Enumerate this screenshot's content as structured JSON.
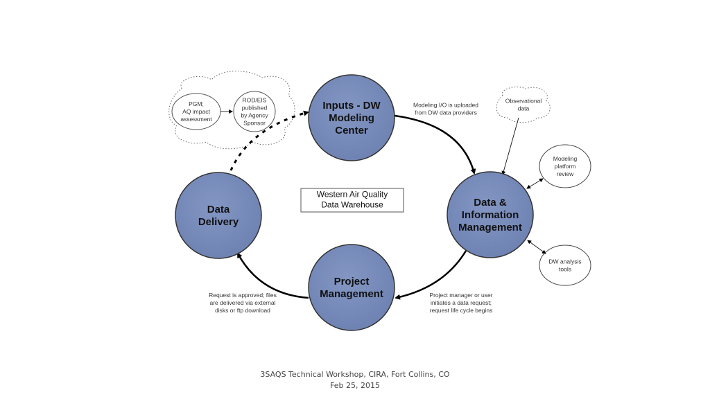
{
  "nodes": {
    "inputs": [
      "Inputs - DW",
      "Modeling",
      "Center"
    ],
    "data_info": [
      "Data &",
      "Information",
      "Management"
    ],
    "project": [
      "Project",
      "Management"
    ],
    "delivery": [
      "Data",
      "Delivery"
    ]
  },
  "center_label": [
    "Western Air Quality",
    "Data Warehouse"
  ],
  "side_nodes": {
    "pgm": [
      "PGM;",
      "AQ impact",
      "assessment"
    ],
    "rod": [
      "ROD/EIS",
      "published",
      "by Agency",
      "Sponsor"
    ],
    "observational": [
      "Observational",
      "data"
    ],
    "platform_review": [
      "Modeling",
      "platform",
      "review"
    ],
    "analysis_tools": [
      "DW analysis",
      "tools"
    ]
  },
  "annotations": {
    "upload": [
      "Modeling I/O is uploaded",
      "from DW data providers"
    ],
    "request": [
      "Project manager or user",
      "initiates a data request;",
      "request life cycle begins"
    ],
    "approved": [
      "Request is approved; files",
      "are delivered via external",
      "disks or ftp download"
    ]
  },
  "footer": [
    "3SAQS Technical Workshop,  CIRA, Fort Collins, CO",
    "Feb 25, 2015"
  ],
  "colors": {
    "node_fill": "#7b8fbd",
    "node_stroke": "#3a3a3a"
  }
}
